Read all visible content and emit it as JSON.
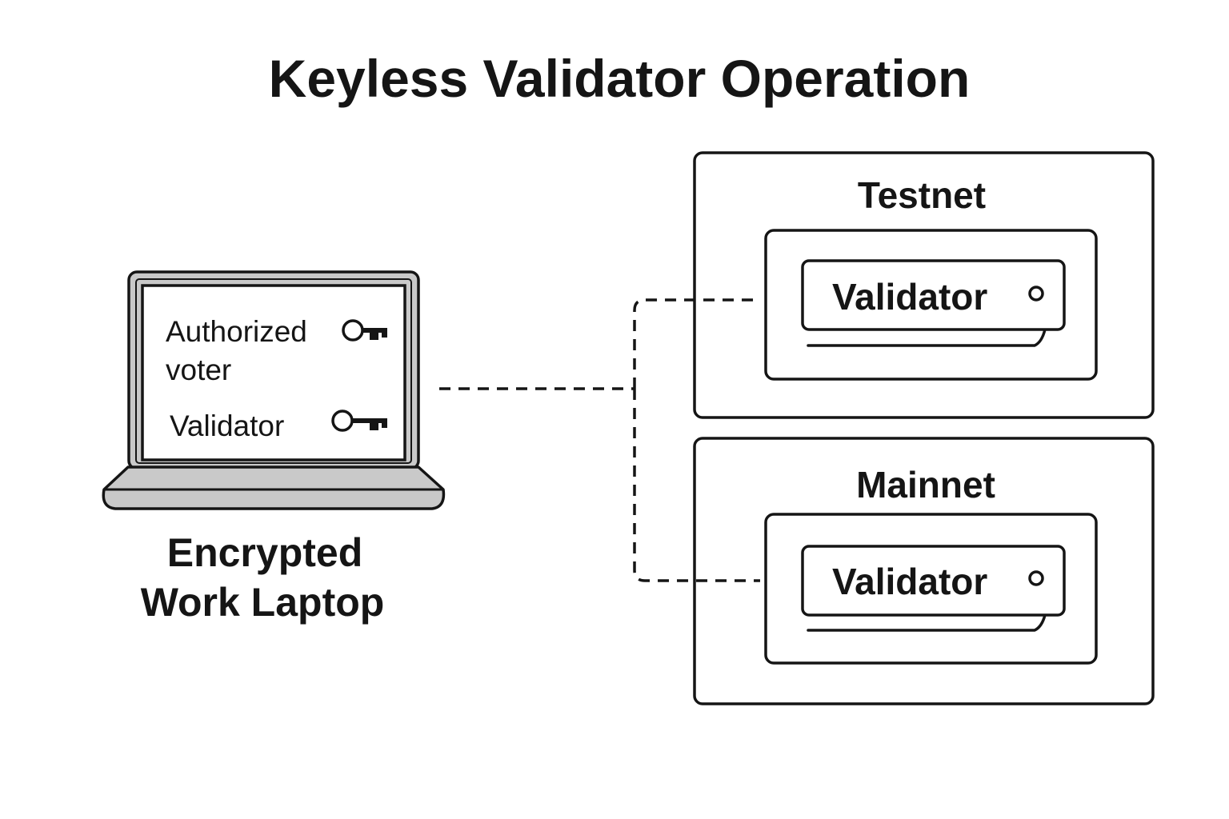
{
  "title": "Keyless Validator Operation",
  "laptop": {
    "caption_line1": "Encrypted",
    "caption_line2": "Work Laptop",
    "keys": [
      {
        "label_line1": "Authorized",
        "label_line2": "voter",
        "icon": "key-icon"
      },
      {
        "label_line1": "Validator",
        "label_line2": "",
        "icon": "key-icon"
      }
    ]
  },
  "networks": [
    {
      "name": "Testnet",
      "node_label": "Validator",
      "indicator_icon": "status-dot-icon"
    },
    {
      "name": "Mainnet",
      "node_label": "Validator",
      "indicator_icon": "status-dot-icon"
    }
  ],
  "colors": {
    "ink": "#151515",
    "laptop_body": "#c9c9c9",
    "background": "#ffffff"
  }
}
